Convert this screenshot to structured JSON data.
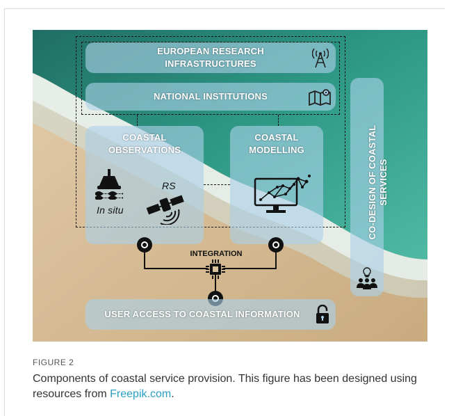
{
  "figure": {
    "boxes": {
      "european": "EUROPEAN RESEARCH INFRASTRUCTURES",
      "european_line1": "EUROPEAN RESEARCH",
      "european_line2": "INFRASTRUCTURES",
      "national": "NATIONAL INSTITUTIONS",
      "observations_line1": "COASTAL",
      "observations_line2": "OBSERVATIONS",
      "modelling_line1": "COASTAL",
      "modelling_line2": "MODELLING",
      "codesign": "CO-DESIGN OF COASTAL SERVICES",
      "codesign_line1": "CO-DESIGN OF COASTAL",
      "codesign_line2": "SERVICES",
      "user_access": "USER ACCESS TO COASTAL INFORMATION"
    },
    "labels": {
      "in_situ": "In situ",
      "rs": "RS",
      "integration": "INTEGRATION"
    },
    "icons": [
      "radio-tower-icon",
      "map-icon",
      "buoy-icon",
      "satellite-icon",
      "monitor-network-icon",
      "chip-icon",
      "padlock-icon",
      "lightbulb-team-icon"
    ],
    "colors": {
      "box_fill": "#abd0e8",
      "sea": "#2e8a7a",
      "sand": "#d9c29a",
      "line": "#111111"
    }
  },
  "caption": {
    "label": "FIGURE 2",
    "text": "Components of coastal service provision. This figure has been designed using resources from",
    "link": "Freepik.com",
    "end": "."
  }
}
